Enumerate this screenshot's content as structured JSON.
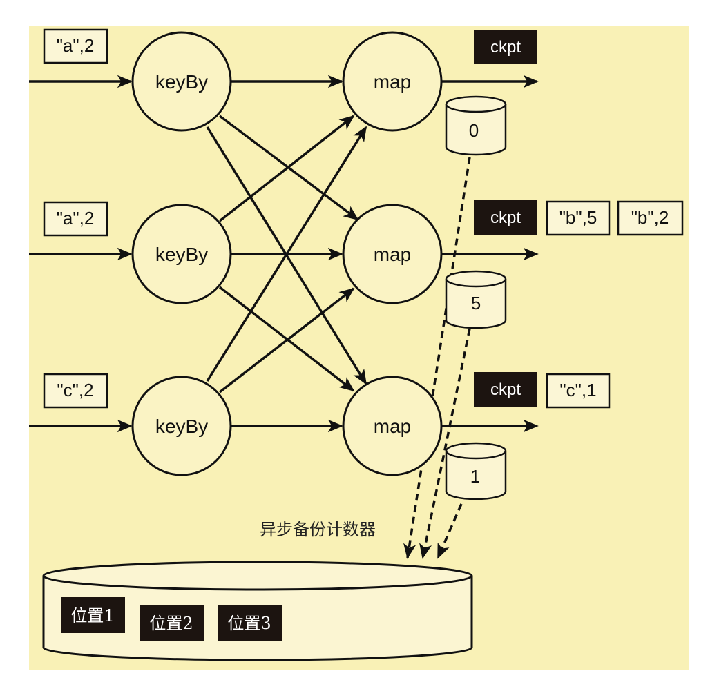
{
  "colors": {
    "background": "#f9f1b6",
    "stroke": "#111111",
    "dark_box": "#1c1410",
    "white_text": "#ffffff"
  },
  "inputs": [
    {
      "text": "\"a\",2"
    },
    {
      "text": "\"a\",2"
    },
    {
      "text": "\"c\",2"
    }
  ],
  "keyby_nodes": [
    {
      "label": "keyBy"
    },
    {
      "label": "keyBy"
    },
    {
      "label": "keyBy"
    }
  ],
  "map_nodes": [
    {
      "label": "map"
    },
    {
      "label": "map"
    },
    {
      "label": "map"
    }
  ],
  "checkpoints": [
    {
      "label": "ckpt"
    },
    {
      "label": "ckpt"
    },
    {
      "label": "ckpt"
    }
  ],
  "outputs": [
    {
      "text": "\"b\",5"
    },
    {
      "text": "\"b\",2"
    },
    {
      "text": "\"c\",1"
    }
  ],
  "state_counters": [
    {
      "value": "0"
    },
    {
      "value": "5"
    },
    {
      "value": "1"
    }
  ],
  "backup": {
    "caption": "异步备份计数器",
    "positions": [
      "位置1",
      "位置2",
      "位置3"
    ]
  }
}
